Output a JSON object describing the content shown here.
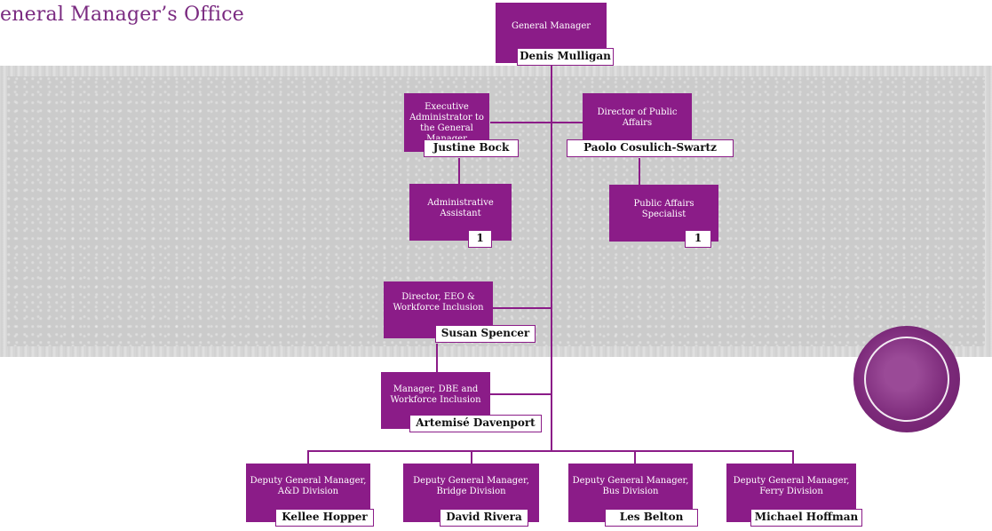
{
  "title": "eneral Manager’s Office",
  "nodes": {
    "gm": {
      "role": "General Manager",
      "name": "Denis Mulligan"
    },
    "exec_admin": {
      "role": "Executive Administrator to the General Manager",
      "name": "Justine Bock"
    },
    "admin_asst": {
      "role": "Administrative Assistant",
      "count": "1"
    },
    "public_affairs_dir": {
      "role": "Director of Public Affairs",
      "name": "Paolo Cosulich-Swartz"
    },
    "public_affairs_spec": {
      "role": "Public Affairs Specialist",
      "count": "1"
    },
    "eeo_dir": {
      "role": "Director, EEO & Workforce Inclusion",
      "name": "Susan Spencer"
    },
    "dbe_mgr": {
      "role": "Manager, DBE and Workforce Inclusion",
      "name": "Artemisé Davenport"
    },
    "dgm_ad": {
      "role": "Deputy General Manager, A&D Division",
      "name": "Kellee Hopper"
    },
    "dgm_bridge": {
      "role": "Deputy General Manager, Bridge Division",
      "name": "David Rivera"
    },
    "dgm_bus": {
      "role": "Deputy General Manager, Bus Division",
      "name": "Les Belton"
    },
    "dgm_ferry": {
      "role": "Deputy General Manager, Ferry Division",
      "name": "Michael Hoffman"
    }
  },
  "colors": {
    "accent": "#8b1c88",
    "title": "#7a2a80",
    "band": "#cbcbcb"
  },
  "decor": {
    "circle": "purple-ring-graphic"
  }
}
